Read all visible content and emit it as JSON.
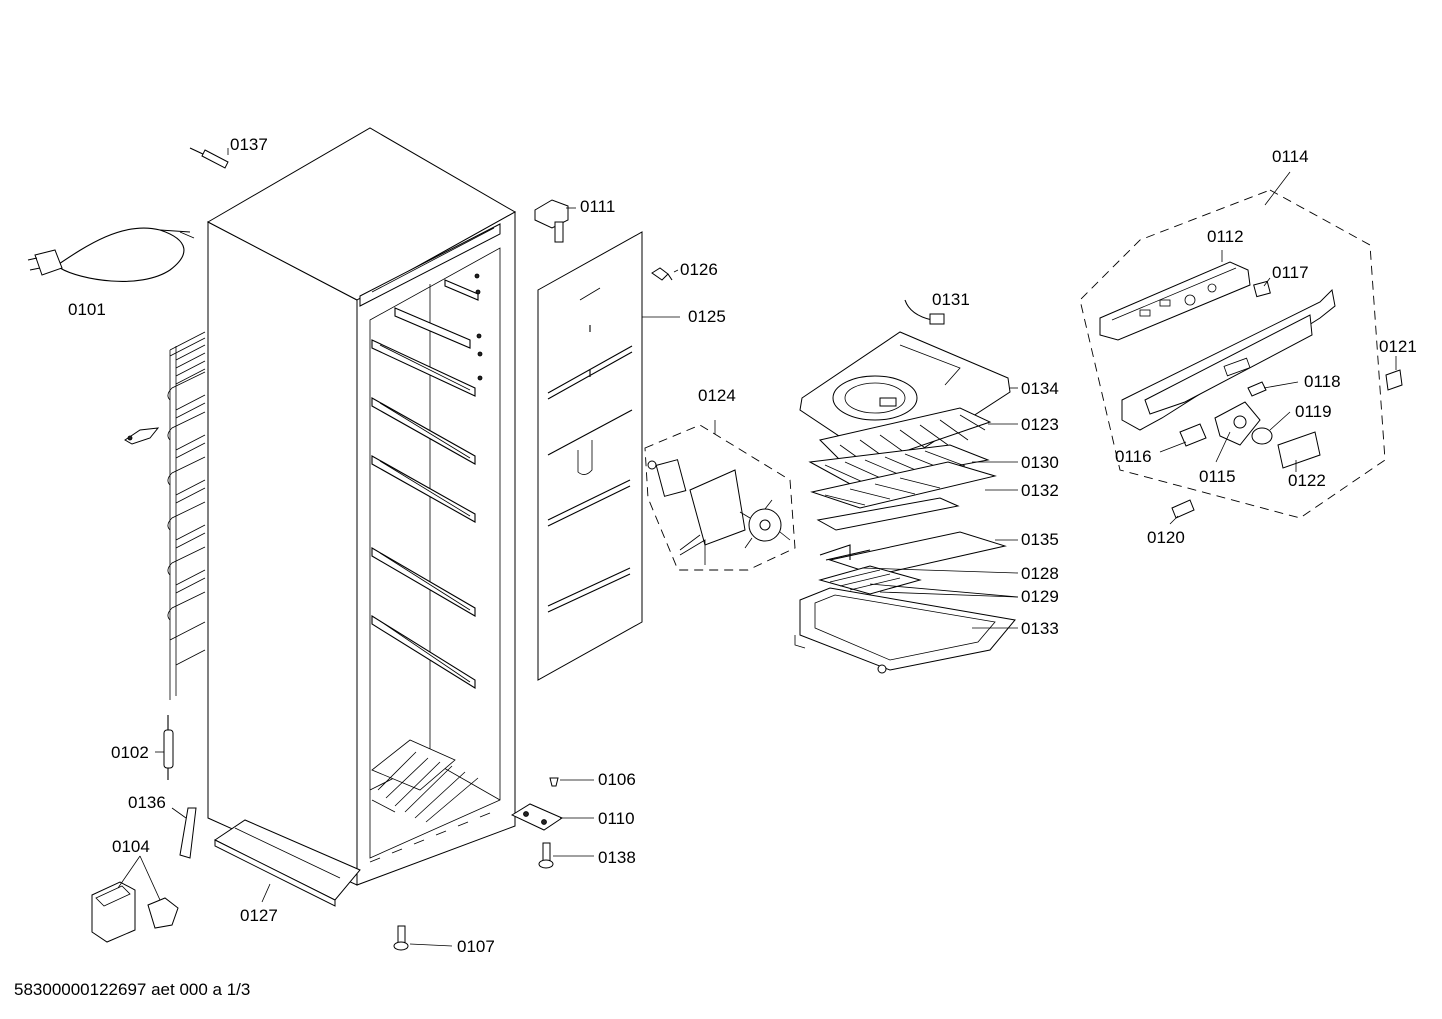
{
  "diagram": {
    "callouts": [
      {
        "id": "0137"
      },
      {
        "id": "0101"
      },
      {
        "id": "0111"
      },
      {
        "id": "0126"
      },
      {
        "id": "0125"
      },
      {
        "id": "0124"
      },
      {
        "id": "0131"
      },
      {
        "id": "0134"
      },
      {
        "id": "0123"
      },
      {
        "id": "0130"
      },
      {
        "id": "0132"
      },
      {
        "id": "0135"
      },
      {
        "id": "0128"
      },
      {
        "id": "0129"
      },
      {
        "id": "0133"
      },
      {
        "id": "0114"
      },
      {
        "id": "0112"
      },
      {
        "id": "0117"
      },
      {
        "id": "0121"
      },
      {
        "id": "0118"
      },
      {
        "id": "0119"
      },
      {
        "id": "0116"
      },
      {
        "id": "0115"
      },
      {
        "id": "0122"
      },
      {
        "id": "0120"
      },
      {
        "id": "0102"
      },
      {
        "id": "0136"
      },
      {
        "id": "0104"
      },
      {
        "id": "0127"
      },
      {
        "id": "0106"
      },
      {
        "id": "0110"
      },
      {
        "id": "0138"
      },
      {
        "id": "0107"
      }
    ]
  },
  "footer": {
    "document_code": "58300000122697 aet 000 a 1/3"
  }
}
